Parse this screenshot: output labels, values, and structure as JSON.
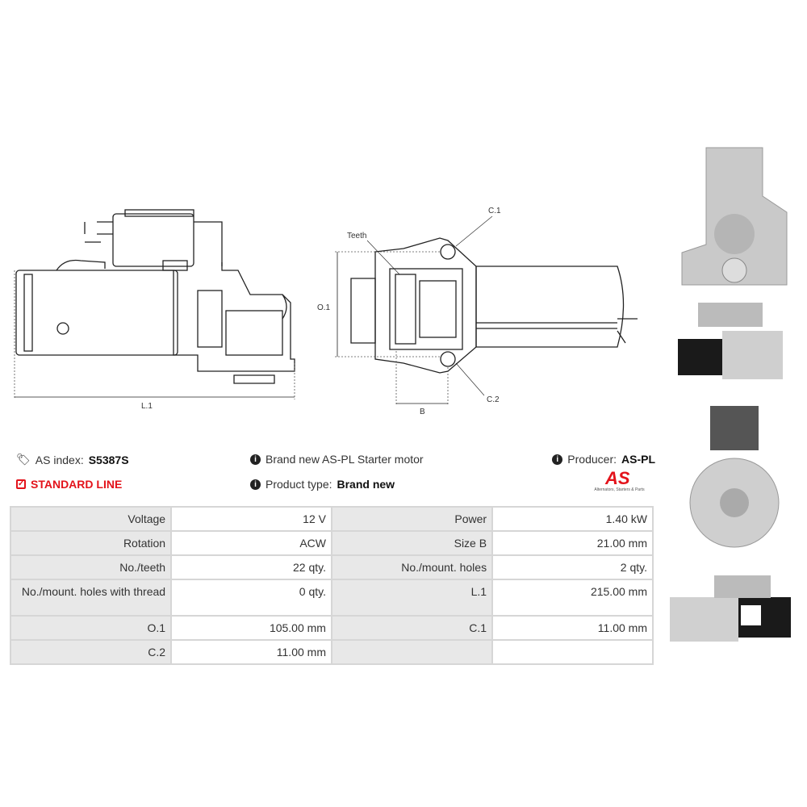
{
  "drawing_labels": {
    "l1": "L.1",
    "teeth": "Teeth",
    "c1": "C.1",
    "c2": "C.2",
    "o1": "O.1",
    "b": "B"
  },
  "info": {
    "as_index_label": "AS index:",
    "as_index_value": "S5387S",
    "line": "STANDARD LINE",
    "description": "Brand new AS-PL Starter motor",
    "product_type_label": "Product type:",
    "product_type_value": "Brand new",
    "producer_label": "Producer:",
    "producer_value": "AS-PL",
    "logo_text": "AS",
    "logo_tagline": "Alternators, Starters & Parts"
  },
  "specs": [
    [
      "Voltage",
      "12 V",
      "Power",
      "1.40 kW"
    ],
    [
      "Rotation",
      "ACW",
      "Size B",
      "21.00 mm"
    ],
    [
      "No./teeth",
      "22 qty.",
      "No./mount. holes",
      "2 qty."
    ],
    [
      "No./mount. holes with thread",
      "0 qty.",
      "L.1",
      "215.00 mm"
    ],
    [
      "O.1",
      "105.00 mm",
      "C.1",
      "11.00 mm"
    ],
    [
      "C.2",
      "11.00 mm",
      "",
      ""
    ]
  ],
  "colors": {
    "accent": "#e3131b",
    "label_bg": "#e8e8e8",
    "border": "#d6d6d6"
  }
}
